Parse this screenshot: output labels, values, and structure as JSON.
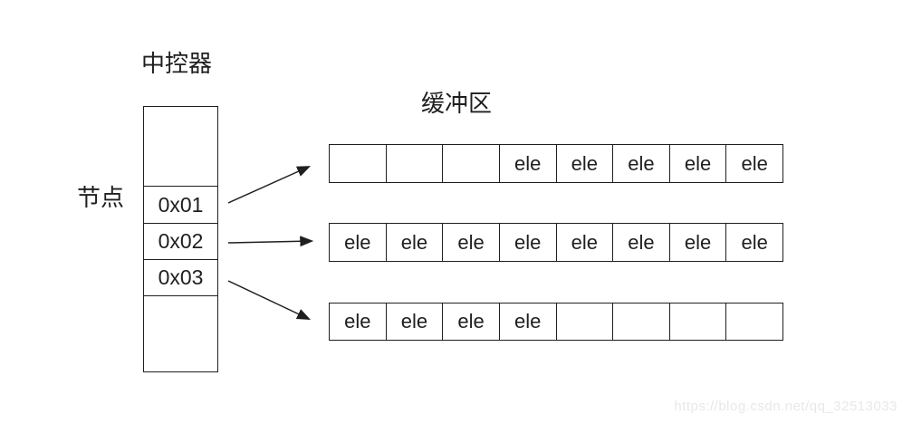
{
  "colors": {
    "line": "#1f1f1f",
    "text": "#1f1f1f",
    "watermark": "#e8e8e8",
    "background": "#ffffff"
  },
  "controller": {
    "title": "中控器",
    "side_label": "节点",
    "cells": [
      "",
      "0x01",
      "0x02",
      "0x03",
      ""
    ]
  },
  "buffer": {
    "title": "缓冲区",
    "rows": [
      {
        "cells": [
          "",
          "",
          "",
          "ele",
          "ele",
          "ele",
          "ele",
          "ele"
        ]
      },
      {
        "cells": [
          "ele",
          "ele",
          "ele",
          "ele",
          "ele",
          "ele",
          "ele",
          "ele"
        ]
      },
      {
        "cells": [
          "ele",
          "ele",
          "ele",
          "ele",
          "",
          "",
          "",
          ""
        ]
      }
    ]
  },
  "watermark": "https://blog.csdn.net/qq_32513033"
}
